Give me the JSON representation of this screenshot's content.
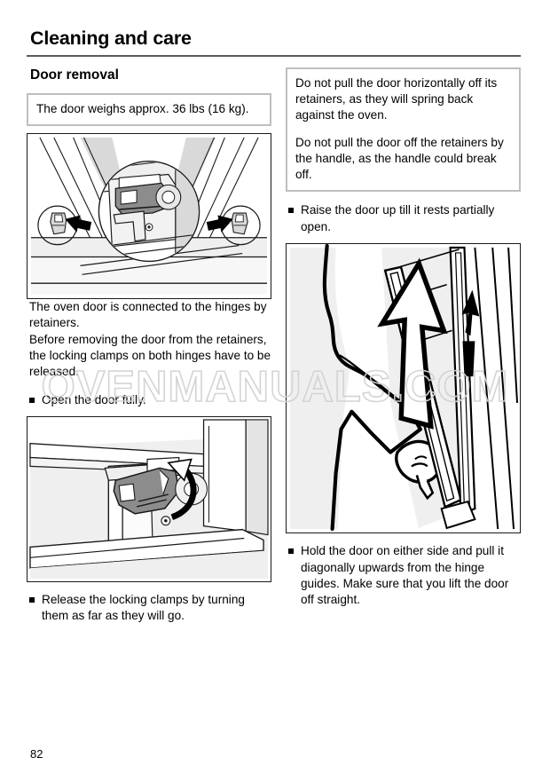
{
  "header": {
    "title": "Cleaning and care"
  },
  "watermark": {
    "text": "OVENMANUALS.COM"
  },
  "footer": {
    "page_number": "82"
  },
  "left_column": {
    "section_title": "Door removal",
    "note_box": {
      "lines": [
        "The door weighs approx. 36 lbs (16 kg)."
      ]
    },
    "figure_1": {
      "caption": "",
      "alt": "Oven door hinge retainers with magnified circular inset and two arrows pointing to the retainers"
    },
    "paragraph": "The oven door is connected to the hinges by retainers.\nBefore removing the door from the retainers, the locking clamps on both hinges have to be released.",
    "bullet_1": "Open the door fully.",
    "figure_2": {
      "caption": "",
      "alt": "Close-up of the locking clamp on the hinge with a curved rotation arrow"
    },
    "bullet_2": "Release the locking clamps by turning them as far as they will go."
  },
  "right_column": {
    "warning_box": {
      "paragraphs": [
        "Do not pull the door horizontally off its retainers, as they will spring back against the oven.",
        "Do not pull the door off the retainers by the handle, as the handle could break off."
      ]
    },
    "bullet_1": "Raise the door up till it rests partially open.",
    "figure_3": {
      "caption": "",
      "alt": "Person holding the oven door on either side, lifting it diagonally upwards; large upward arrow"
    },
    "bullet_2": "Hold the door on either side and pull it diagonally upwards from the hinge guides. Make sure that you lift the door off straight."
  },
  "colors": {
    "rule": "#5a5a5a",
    "note_border": "#bfbfbf",
    "figure_border": "#1a1a1a",
    "watermark": "#d2d2d2",
    "ink": "#000000",
    "fill_light": "#efefef",
    "fill_mid": "#d9d9d9",
    "fill_dark": "#8c8c8c"
  }
}
